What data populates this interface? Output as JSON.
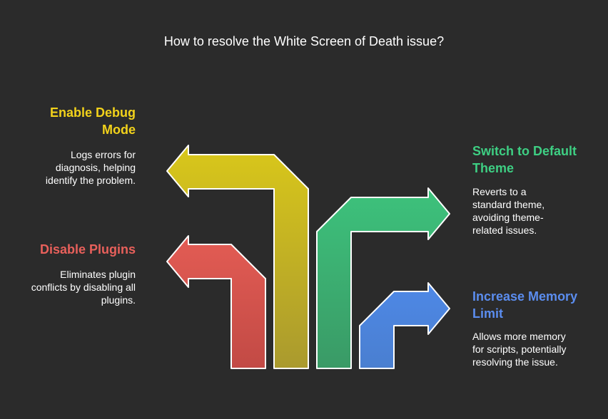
{
  "title": "How to resolve the White Screen of Death issue?",
  "steps": [
    {
      "label": "Enable Debug Mode",
      "description": "Logs errors for diagnosis, helping identify the problem.",
      "color": "#f2d21b",
      "arrow_color": "#d7c41c"
    },
    {
      "label": "Disable Plugins",
      "description": "Eliminates plugin conflicts by disabling all plugins.",
      "color": "#e8605b",
      "arrow_color": "#e05a52"
    },
    {
      "label": "Switch to Default Theme",
      "description": "Reverts to a standard theme, avoiding theme-related issues.",
      "color": "#3ecf83",
      "arrow_color": "#3dbd78"
    },
    {
      "label": "Increase Memory Limit",
      "description": "Allows more memory for scripts, potentially resolving the issue.",
      "color": "#5b8def",
      "arrow_color": "#4f86e0"
    }
  ]
}
